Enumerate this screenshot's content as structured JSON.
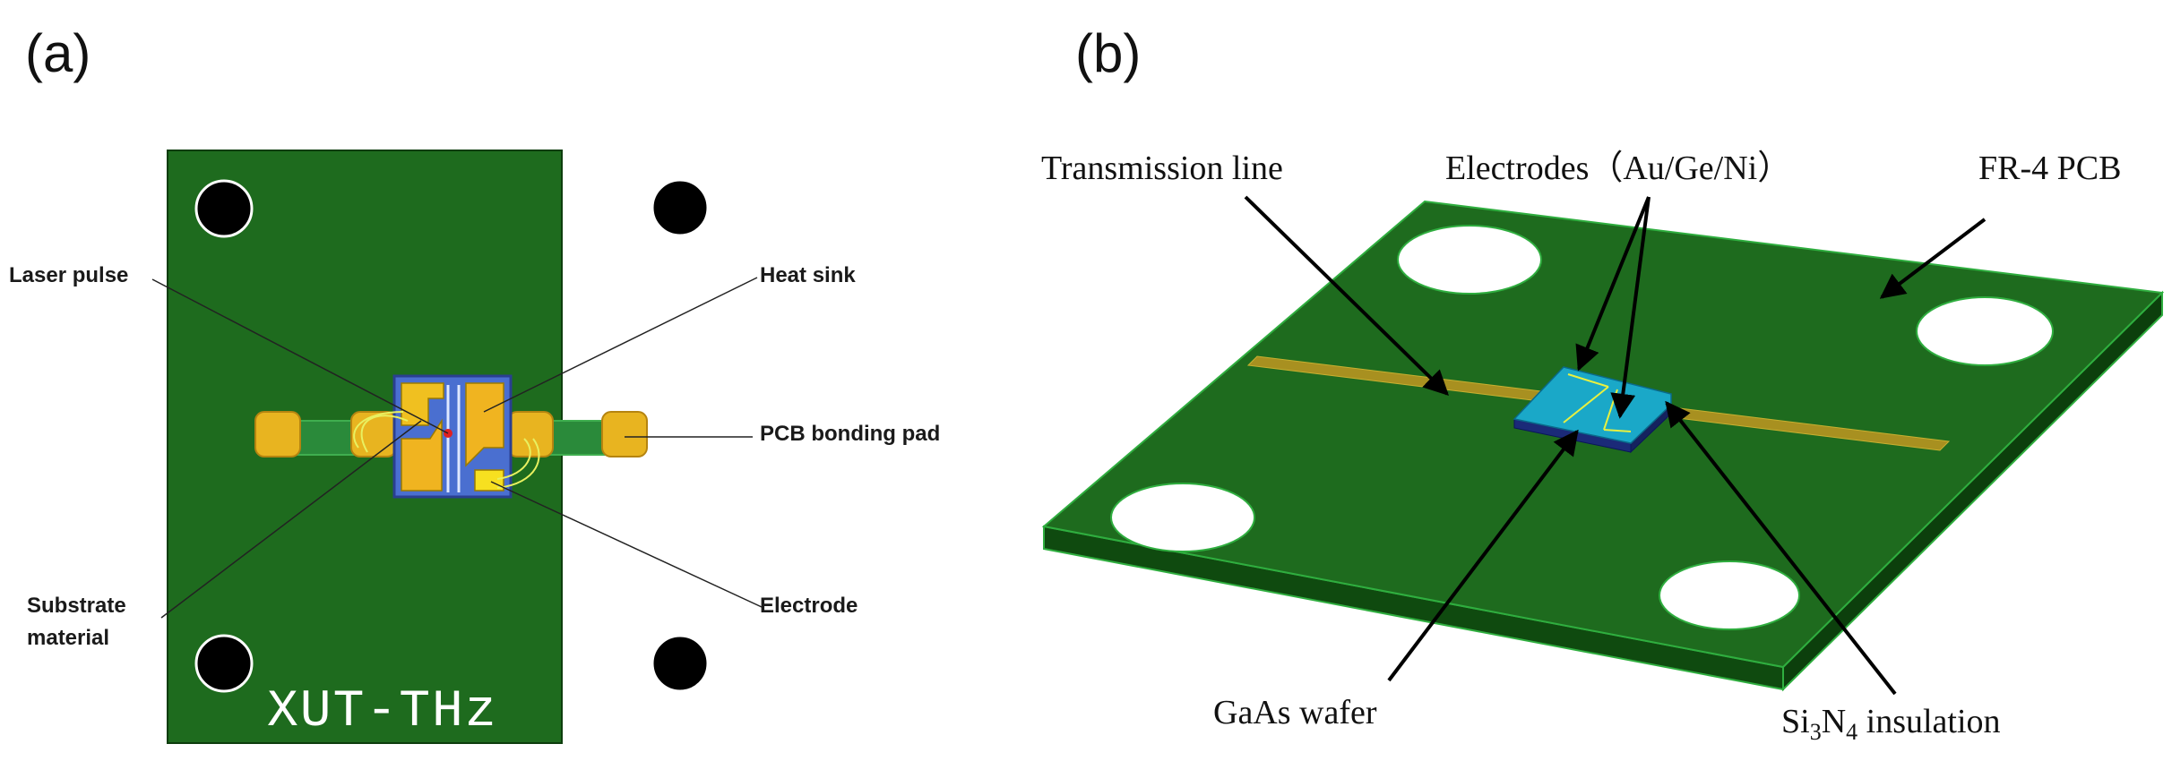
{
  "panel_a": {
    "label": "(a)",
    "brand_text": "XUT-THz",
    "labels": {
      "laser_pulse": "Laser pulse",
      "heat_sink": "Heat sink",
      "pcb_bonding_pad": "PCB bonding pad",
      "substrate_line1": "Substrate",
      "substrate_line2": "material",
      "electrode": "Electrode"
    }
  },
  "panel_b": {
    "label": "(b)",
    "labels": {
      "transmission_line": "Transmission line",
      "electrodes": "Electrodes（Au/Ge/Ni）",
      "fr4_pcb": "FR-4 PCB",
      "gaas_wafer": "GaAs wafer",
      "si3n4_pre": "Si",
      "si3n4_sub1": "3",
      "si3n4_mid": "N",
      "si3n4_sub2": "4",
      "si3n4_post": " insulation"
    }
  },
  "colors": {
    "pcb_green": "#1e6b1e",
    "pcb_side": "#0f4a0f",
    "gold_pad": "#e8b420",
    "substrate_blue": "#4a6fd0",
    "chip_cyan": "#1aa8c8",
    "hole_black": "#000000"
  }
}
